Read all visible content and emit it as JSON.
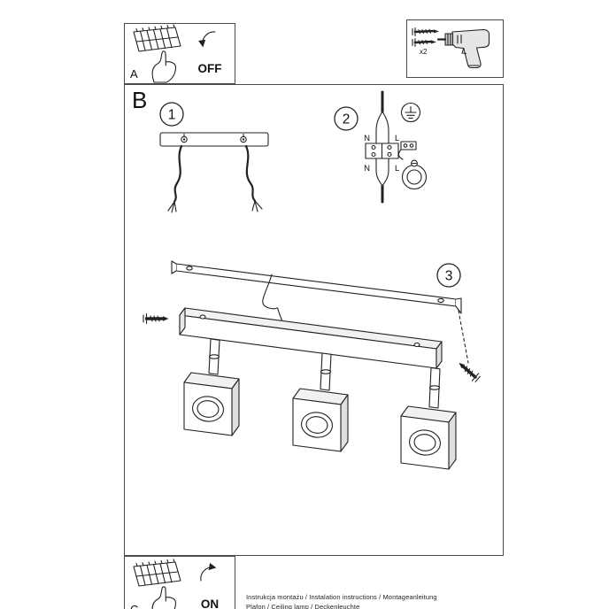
{
  "page": {
    "footer": {
      "line1": "Instrukcja montażu / Instalation instructions / Montageanleitung",
      "line2": "Plafon / Ceiling lamp / Deckenleuchte"
    }
  },
  "panel_a": {
    "label": "A",
    "state": "OFF"
  },
  "panel_b": {
    "label": "B",
    "steps": {
      "one": "1",
      "two": "2",
      "three": "3"
    },
    "wiring": {
      "n_top": "N",
      "l_top": "L",
      "n_bottom": "N",
      "l_bottom": "L"
    }
  },
  "panel_c": {
    "label": "C",
    "state": "ON"
  },
  "tools": {
    "screws_count": "x2"
  }
}
